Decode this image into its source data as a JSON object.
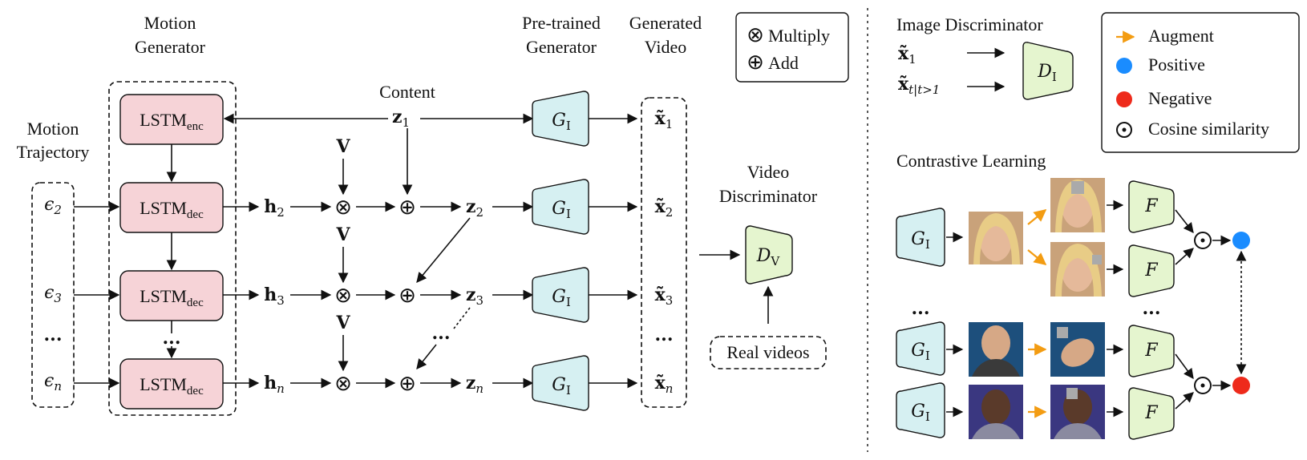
{
  "labels": {
    "motion_generator": [
      "Motion",
      "Generator"
    ],
    "motion_trajectory": [
      "Motion",
      "Trajectory"
    ],
    "content": "Content",
    "pretrained_generator": [
      "Pre-trained",
      "Generator"
    ],
    "generated_video": [
      "Generated",
      "Video"
    ],
    "video_discriminator": [
      "Video",
      "Discriminator"
    ],
    "real_videos": "Real videos",
    "image_discriminator": "Image Discriminator",
    "contrastive_learning": "Contrastive Learning"
  },
  "legend_ops": [
    {
      "symbol": "⊗",
      "label": "Multiply"
    },
    {
      "symbol": "⊕",
      "label": "Add"
    }
  ],
  "legend_right": [
    {
      "marker": "arrow",
      "label": "Augment",
      "color": "#f39c12"
    },
    {
      "marker": "dot",
      "label": "Positive",
      "color": "#1a8cff"
    },
    {
      "marker": "dot",
      "label": "Negative",
      "color": "#ee2a1b"
    },
    {
      "marker": "odot",
      "label": "Cosine similarity",
      "color": "#111111"
    }
  ],
  "lstm": {
    "base": "LSTM",
    "enc_sub": "enc",
    "dec_sub": "dec"
  },
  "symbols": {
    "multiply": "⊗",
    "add": "⊕",
    "odot": "⊙",
    "ellipsis": "...",
    "V": "V"
  },
  "rows": [
    {
      "eps": "ϵ",
      "eps_sub": "2",
      "h": "h",
      "h_sub": "2",
      "z": "z",
      "z_sub": "2",
      "x_sub": "2"
    },
    {
      "eps": "ϵ",
      "eps_sub": "3",
      "h": "h",
      "h_sub": "3",
      "z": "z",
      "z_sub": "3",
      "x_sub": "3"
    },
    {
      "eps": "ϵ",
      "eps_sub": "n",
      "h": "h",
      "h_sub": "n",
      "z": "z",
      "z_sub": "n",
      "x_sub": "n"
    }
  ],
  "z1": {
    "base": "z",
    "sub": "1"
  },
  "x1": {
    "base": "x̃",
    "sub": "1"
  },
  "gen": {
    "base": "G",
    "sub": "I"
  },
  "disc_video": {
    "base": "D",
    "sub": "V"
  },
  "disc_image": {
    "base": "D",
    "sub": "I"
  },
  "feature": "F",
  "image_disc_inputs": [
    {
      "base": "x̃",
      "sub": "1"
    },
    {
      "base": "x̃",
      "sub": "t|t>1"
    }
  ],
  "colors": {
    "lstm_fill": "#f6d3d7",
    "gen_fill": "#d6f0f2",
    "disc_fill": "#e5f5cf",
    "augment": "#f39c12",
    "positive": "#1a8cff",
    "negative": "#ee2a1b"
  }
}
